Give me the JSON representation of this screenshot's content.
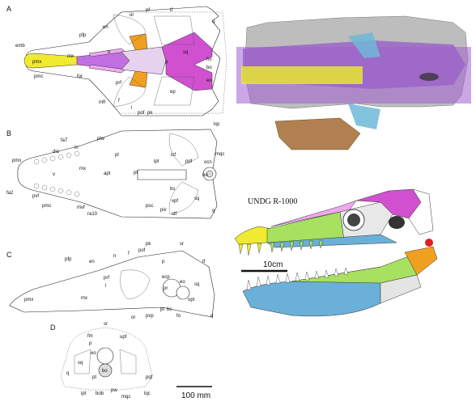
{
  "panels": {
    "A": {
      "letter": "A",
      "labels": [
        "emb",
        "pfp",
        "en",
        "or",
        "pf",
        "tf",
        "mx",
        "pmx",
        "pmc",
        "for",
        "prf",
        "mfl",
        "l",
        "pof",
        "p",
        "pk",
        "sq",
        "fm",
        "bo",
        "eo",
        "ep",
        "q",
        "n",
        "f"
      ]
    },
    "B": {
      "letter": "B",
      "labels": [
        "lqc",
        "mqc",
        "plw",
        "pl",
        "fa7",
        "in",
        "dia",
        "pmx",
        "v",
        "mx",
        "fa2",
        "pvf",
        "pmc",
        "mvf",
        "ra10",
        "apt",
        "pt",
        "ipt",
        "icf",
        "ppf",
        "ocn",
        "bs",
        "vpf",
        "psc",
        "piv",
        "stf",
        "sq",
        "q",
        "bo"
      ]
    },
    "C": {
      "letter": "C",
      "labels": [
        "pfp",
        "en",
        "n",
        "f",
        "pof",
        "pk",
        "sr",
        "p",
        "tf",
        "prf",
        "l",
        "ecp",
        "pr",
        "eo",
        "sq",
        "pmx",
        "mx",
        "or",
        "pvp",
        "pt",
        "bs",
        "fo",
        "opt",
        "q"
      ]
    },
    "D": {
      "letter": "D",
      "labels": [
        "sr",
        "fm",
        "upf",
        "p",
        "eo",
        "sq",
        "bo",
        "q",
        "pt",
        "ipt",
        "bob",
        "pw",
        "mqc",
        "lqc",
        "pqf"
      ]
    }
  },
  "photo_label": "",
  "reconstruction": {
    "title": "UNDG R-1000",
    "scale_bar": "10cm"
  },
  "scale_bar_d": "100 mm",
  "colors": {
    "premaxilla": "#f0ea30",
    "maxilla_purple": "#c070e0",
    "orange": "#f0a020",
    "magenta": "#d050d0",
    "blue": "#6ab0d8",
    "green": "#a8e060",
    "tan": "#c8a070",
    "gray": "#999999"
  }
}
